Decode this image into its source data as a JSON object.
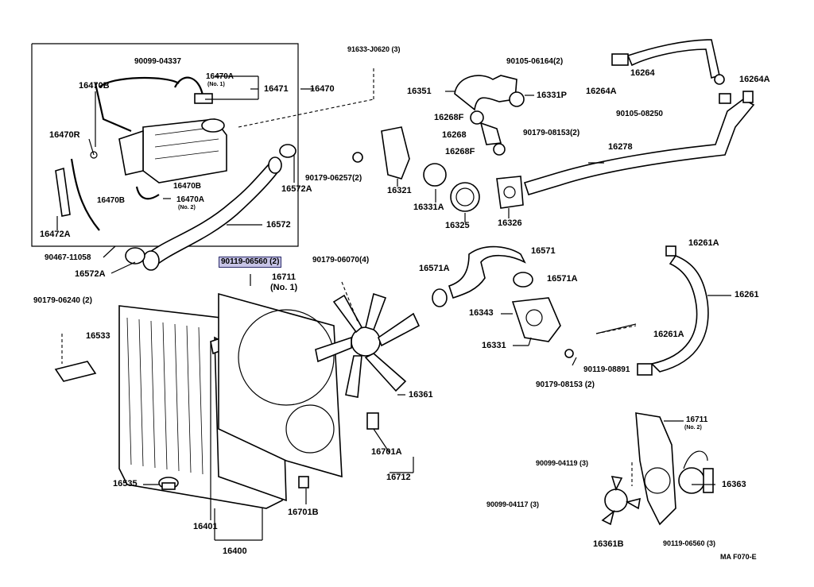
{
  "diagram": {
    "labels": [
      {
        "id": "l1",
        "text": "91633-J0620 (3)"
      },
      {
        "id": "l2",
        "text": "90099-04337"
      },
      {
        "id": "l3",
        "text": "16470A"
      },
      {
        "id": "l4",
        "text": "16470"
      },
      {
        "id": "l5",
        "text": "16470B"
      },
      {
        "id": "l6",
        "text": "16471"
      },
      {
        "id": "l7",
        "text": "16470R"
      },
      {
        "id": "l8",
        "text": "16470B"
      },
      {
        "id": "l9",
        "text": "16470B"
      },
      {
        "id": "l10",
        "text": "16470A"
      },
      {
        "id": "l11",
        "text": "16472A"
      },
      {
        "id": "l12",
        "text": "90467-11058"
      },
      {
        "id": "l13",
        "text": "16572A"
      },
      {
        "id": "l14",
        "text": "16572"
      },
      {
        "id": "l15",
        "text": "16572A"
      },
      {
        "id": "l16",
        "text": "90105-06164(2)"
      },
      {
        "id": "l17",
        "text": "16351"
      },
      {
        "id": "l18",
        "text": "16331P"
      },
      {
        "id": "l19",
        "text": "16268F"
      },
      {
        "id": "l20",
        "text": "16268"
      },
      {
        "id": "l21",
        "text": "16268F"
      },
      {
        "id": "l22",
        "text": "90179-06257(2)"
      },
      {
        "id": "l23",
        "text": "16321"
      },
      {
        "id": "l24",
        "text": "16331A"
      },
      {
        "id": "l25",
        "text": "16325"
      },
      {
        "id": "l26",
        "text": "16326"
      },
      {
        "id": "l27",
        "text": "16264"
      },
      {
        "id": "l28",
        "text": "16264A"
      },
      {
        "id": "l29",
        "text": "16264A"
      },
      {
        "id": "l30",
        "text": "90105-08250"
      },
      {
        "id": "l31",
        "text": "90179-08153(2)"
      },
      {
        "id": "l32",
        "text": "16278"
      },
      {
        "id": "l33",
        "text": "90119-06560 (2)"
      },
      {
        "id": "l34",
        "text": "90179-06070(4)"
      },
      {
        "id": "l35",
        "text": "16711"
      },
      {
        "id": "l36",
        "text": "(No. 1)"
      },
      {
        "id": "l37",
        "text": "16571"
      },
      {
        "id": "l38",
        "text": "16571A"
      },
      {
        "id": "l39",
        "text": "16571A"
      },
      {
        "id": "l40",
        "text": "16343"
      },
      {
        "id": "l41",
        "text": "16331"
      },
      {
        "id": "l42",
        "text": "16261A"
      },
      {
        "id": "l43",
        "text": "16261"
      },
      {
        "id": "l44",
        "text": "16261A"
      },
      {
        "id": "l45",
        "text": "90119-08891"
      },
      {
        "id": "l46",
        "text": "90179-08153 (2)"
      },
      {
        "id": "l47",
        "text": "90179-06240 (2)"
      },
      {
        "id": "l48",
        "text": "16533"
      },
      {
        "id": "l49",
        "text": "16361"
      },
      {
        "id": "l50",
        "text": "16711"
      },
      {
        "id": "l51",
        "text": "16701A"
      },
      {
        "id": "l52",
        "text": "16712"
      },
      {
        "id": "l53",
        "text": "90099-04119 (3)"
      },
      {
        "id": "l54",
        "text": "16363"
      },
      {
        "id": "l55",
        "text": "90099-04117 (3)"
      },
      {
        "id": "l56",
        "text": "16361B"
      },
      {
        "id": "l57",
        "text": "90119-06560 (3)"
      },
      {
        "id": "l58",
        "text": "16535"
      },
      {
        "id": "l59",
        "text": "16701B"
      },
      {
        "id": "l60",
        "text": "16401"
      },
      {
        "id": "l61",
        "text": "16400"
      },
      {
        "id": "l62",
        "text": "MA F070-E"
      }
    ],
    "sublabels": [
      {
        "id": "s1",
        "text": "(No. 1)"
      },
      {
        "id": "s2",
        "text": "(No. 2)"
      },
      {
        "id": "s3",
        "text": "(No. 2)"
      }
    ]
  }
}
